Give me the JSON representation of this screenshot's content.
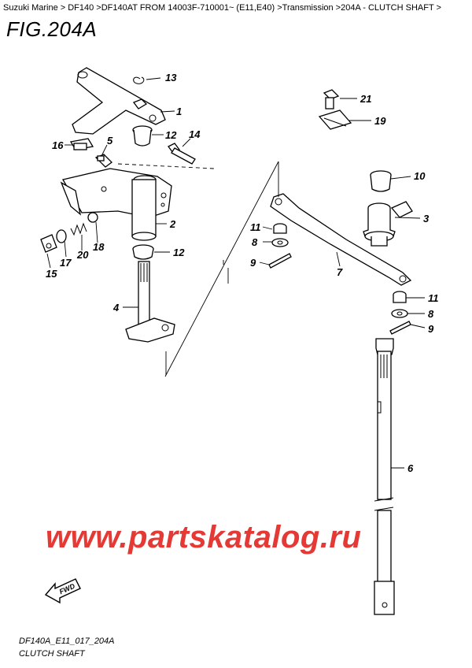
{
  "breadcrumb": "Suzuki Marine > DF140 >DF140AT FROM 14003F-710001~ (E11,E40) >Transmission >204A - CLUTCH SHAFT >",
  "figure_title": "FIG.204A",
  "watermark": "www.partskatalog.ru",
  "fwd_label": "FWD",
  "footer": {
    "code": "DF140A_E11_017_204A",
    "caption": "CLUTCH SHAFT"
  },
  "callouts": {
    "c1": "1",
    "c2": "2",
    "c3": "3",
    "c4": "4",
    "c5": "5",
    "c6": "6",
    "c7": "7",
    "c8a": "8",
    "c8b": "8",
    "c9a": "9",
    "c9b": "9",
    "c10": "10",
    "c11a": "11",
    "c11b": "11",
    "c12a": "12",
    "c12b": "12",
    "c13": "13",
    "c14": "14",
    "c15": "15",
    "c16": "16",
    "c17": "17",
    "c18": "18",
    "c19": "19",
    "c20": "20",
    "c21": "21"
  }
}
